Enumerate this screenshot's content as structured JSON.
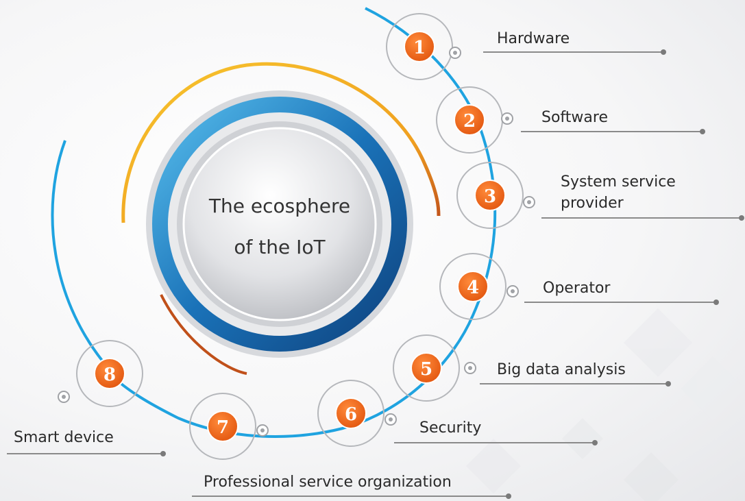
{
  "center": {
    "line1": "The ecosphere",
    "line2": "of the IoT"
  },
  "items": [
    {
      "number": "1",
      "label": "Hardware"
    },
    {
      "number": "2",
      "label": "Software"
    },
    {
      "number": "3",
      "label_line1": "System service",
      "label_line2": "provider"
    },
    {
      "number": "4",
      "label": "Operator"
    },
    {
      "number": "5",
      "label": "Big data analysis"
    },
    {
      "number": "6",
      "label": "Security"
    },
    {
      "number": "7",
      "label": "Professional service organization"
    },
    {
      "number": "8",
      "label": "Smart device"
    }
  ],
  "colors": {
    "accent_orange": "#f26b1d",
    "arc_blue": "#1fa3e0",
    "arc_yellow": "#f5b324",
    "ring_blue": "#1a72b8",
    "label_line": "#8a8a8a"
  }
}
